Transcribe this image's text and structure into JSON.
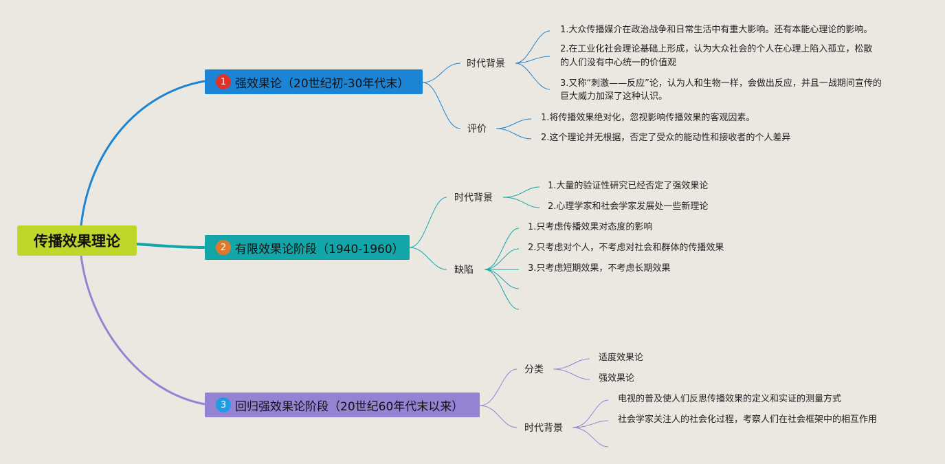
{
  "root": {
    "label": "传播效果理论"
  },
  "branches": [
    {
      "number": "1",
      "label": "强效果论（20世纪初-30年代末）",
      "children": [
        {
          "label": "时代背景",
          "items": [
            "1.大众传播媒介在政治战争和日常生活中有重大影响。还有本能心理论的影响。",
            "2.在工业化社会理论基础上形成，认为大众社会的个人在心理上陷入孤立，松散",
            "的人们没有中心统一的价值观",
            "3.又称“刺激——反应”论，认为人和生物一样，会做出反应，并且一战期间宣传的",
            "巨大威力加深了这种认识。"
          ]
        },
        {
          "label": "评价",
          "items": [
            "1.将传播效果绝对化，忽视影响传播效果的客观因素。",
            "2.这个理论并无根据，否定了受众的能动性和接收者的个人差异"
          ]
        }
      ]
    },
    {
      "number": "2",
      "label": "有限效果论阶段（1940-1960）",
      "children": [
        {
          "label": "时代背景",
          "items": [
            "1.大量的验证性研究已经否定了强效果论",
            "2.心理学家和社会学家发展处一些新理论"
          ]
        },
        {
          "label": "缺陷",
          "items": [
            "1.只考虑传播效果对态度的影响",
            "2.只考虑对个人，不考虑对社会和群体的传播效果",
            "3.只考虑短期效果，不考虑长期效果"
          ]
        }
      ]
    },
    {
      "number": "3",
      "label": "回归强效果论阶段（20世纪60年代末以来）",
      "children": [
        {
          "label": "分类",
          "items": [
            "适度效果论",
            "强效果论"
          ]
        },
        {
          "label": "时代背景",
          "items": [
            "电视的普及使人们反思传播效果的定义和实证的测量方式",
            "社会学家关注人的社会化过程，考察人们在社会框架中的相互作用"
          ]
        }
      ]
    }
  ],
  "colors": {
    "background": "#ebe8e1",
    "root": "#bfd62b",
    "branch1": "#1c84d4",
    "branch2": "#12a6a9",
    "branch3": "#9483d2",
    "badge1": "#e0312a",
    "badge2": "#e0782c",
    "badge3": "#1f9be6"
  }
}
